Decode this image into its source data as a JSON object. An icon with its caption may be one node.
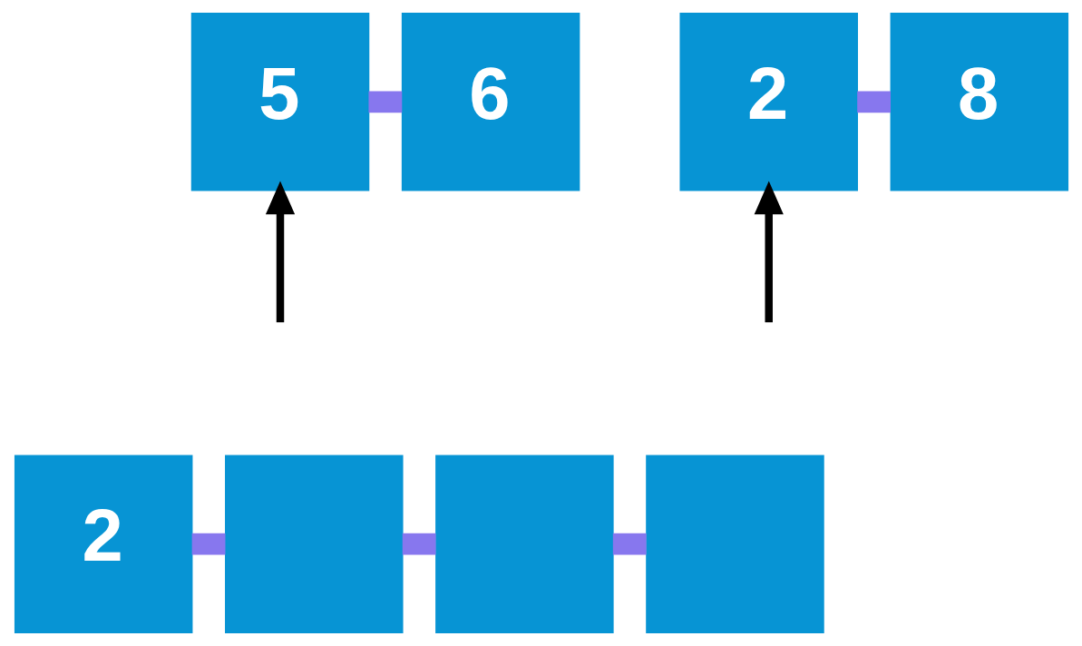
{
  "diagram": {
    "nodes": [
      {
        "text": [
          "5"
        ]
      },
      {
        "text": [
          "6"
        ]
      },
      {
        "text": [
          "2"
        ]
      },
      {
        "text": [
          "8"
        ]
      },
      {
        "text": [
          "2"
        ]
      },
      {
        "text": [],
        "shape": "box"
      },
      {
        "text": [],
        "shape": "box"
      },
      {
        "text": [],
        "shape": "box"
      }
    ],
    "edges": [
      {
        "from": 0,
        "to": 1,
        "arrow": "none"
      },
      {
        "from": 2,
        "to": 3,
        "arrow": "none"
      },
      {
        "from": null,
        "to": 0,
        "arrow": "to",
        "color": "#000000"
      },
      {
        "from": null,
        "to": 2,
        "arrow": "to",
        "color": "#000000"
      },
      {
        "from": 4,
        "to": 5,
        "arrow": "none"
      },
      {
        "from": 5,
        "to": 6,
        "arrow": "none"
      },
      {
        "from": 6,
        "to": 7,
        "arrow": "none"
      }
    ]
  }
}
